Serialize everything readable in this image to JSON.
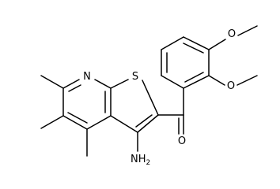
{
  "molecule": {
    "atoms": [
      {
        "id": "C1",
        "label": ""
      },
      {
        "id": "N7",
        "label": "N"
      },
      {
        "id": "C7a",
        "label": ""
      },
      {
        "id": "C3a",
        "label": ""
      },
      {
        "id": "C4",
        "label": ""
      },
      {
        "id": "C5",
        "label": ""
      },
      {
        "id": "C6",
        "label": ""
      },
      {
        "id": "S1",
        "label": "S"
      },
      {
        "id": "C2",
        "label": ""
      },
      {
        "id": "C3",
        "label": ""
      },
      {
        "id": "NH2",
        "label": "NH",
        "sub": "2"
      },
      {
        "id": "Ccarbonyl",
        "label": ""
      },
      {
        "id": "Ocarbonyl",
        "label": "O"
      },
      {
        "id": "OMe3",
        "label": "O"
      },
      {
        "id": "OMe4",
        "label": "O"
      }
    ],
    "colors": {
      "bond": "#000000",
      "background": "#ffffff"
    }
  }
}
